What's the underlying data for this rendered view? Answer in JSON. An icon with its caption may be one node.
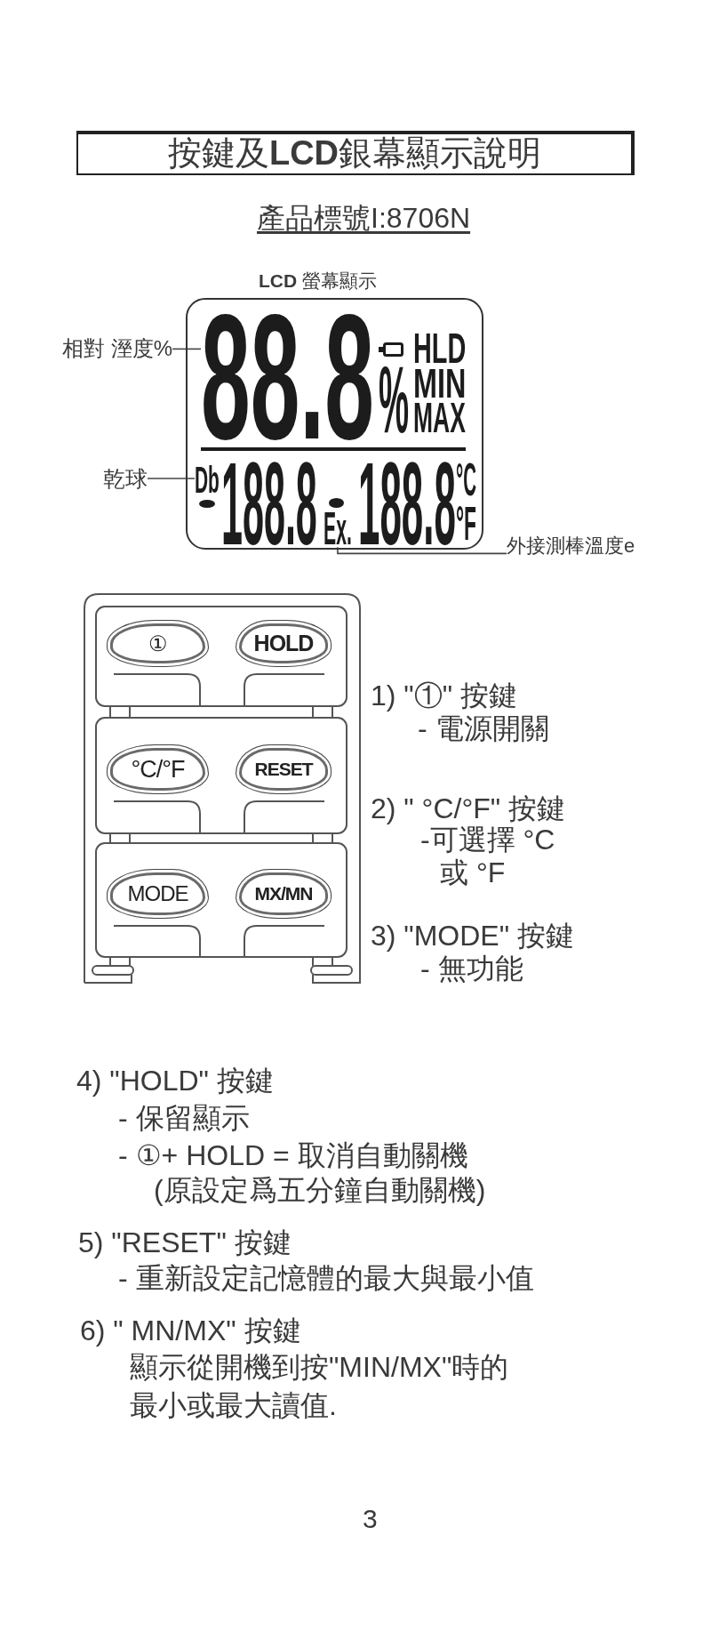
{
  "diagram": {
    "title": "按鍵及**LCD**銀幕顯示說明",
    "nodes": [
      {
        "text": [
          "**LCD** 螢幕顯示"
        ]
      },
      {
        "text": [
          "88.8"
        ],
        "in": 0
      },
      {
        "text": [
          "Db"
        ],
        "in": 0
      },
      {
        "text": [
          "Ex."
        ],
        "in": 0
      },
      {
        "text": [
          "相對 溼度%"
        ]
      },
      {
        "text": [
          "乾球"
        ]
      },
      {
        "text": [
          "外接測棒溫度e"
        ]
      },
      {
        "text": [
          "①"
        ]
      },
      {
        "text": [
          "HOLD"
        ]
      },
      {
        "text": [
          "°C/°F"
        ]
      },
      {
        "text": [
          "RESET"
        ]
      },
      {
        "text": [
          "MODE"
        ]
      },
      {
        "text": [
          "MX/MN"
        ]
      }
    ],
    "edges": [
      {
        "from": 4,
        "to": 1,
        "arrow": "none"
      },
      {
        "from": 5,
        "to": 2,
        "arrow": "none"
      },
      {
        "from": 6,
        "to": 3,
        "arrow": "none"
      }
    ],
    "labels": [
      "產品標號I:8706N",
      "%",
      "HLD",
      "MIN",
      "MAX",
      "188.8",
      "188.8",
      "°C",
      "°F",
      "1) \"①\" 按鍵",
      "- 電源開關",
      "2) \" °C/°F\" 按鍵",
      "-可選擇 °C 或 °F",
      "3) \"MODE\" 按鍵",
      "- 無功能",
      "4) \"HOLD\" 按鍵",
      "- 保留顯示",
      "- ①+ HOLD = 取消自動關機",
      "(原設定爲五分鐘自動關機)",
      "5) \"RESET\" 按鍵",
      "- 重新設定記憶體的最大與最小值",
      "6) \" MN/MX\" 按鍵",
      "顯示從開機到按\"MIN/MX\"時的最小或最大讀值.",
      "3"
    ]
  }
}
